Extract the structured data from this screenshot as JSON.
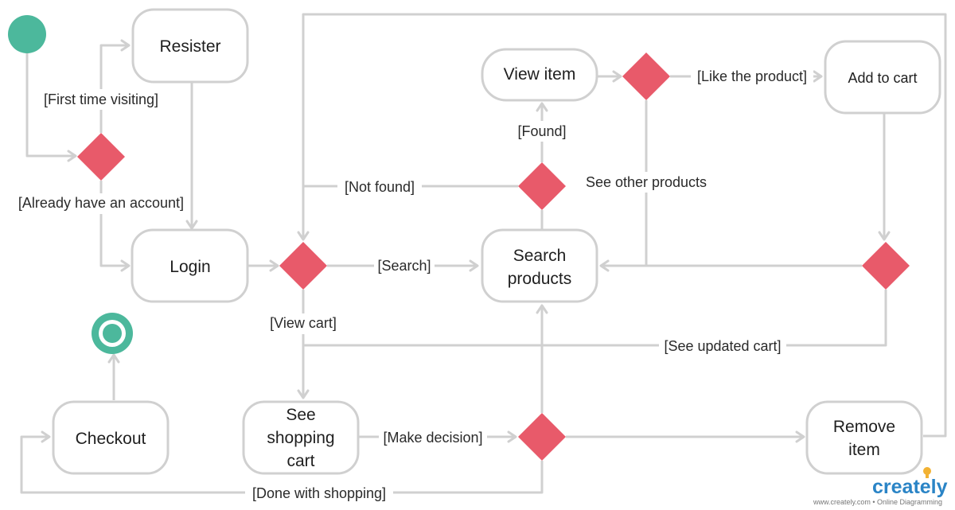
{
  "colors": {
    "decision": "#e85a6a",
    "terminal": "#4cb89c",
    "line": "#d0d0d0",
    "brand": "#2a84c6",
    "bulb": "#f2b233"
  },
  "nodes": {
    "resister": "Resister",
    "login": "Login",
    "view_item": "View item",
    "add_to_cart": "Add to cart",
    "search_products": [
      "Search",
      "products"
    ],
    "checkout": "Checkout",
    "see_shopping_cart": [
      "See",
      "shopping",
      "cart"
    ],
    "remove_item": [
      "Remove",
      "item"
    ]
  },
  "edge_labels": {
    "first_time": "[First time visiting]",
    "already_account": "[Already have an account]",
    "search": "[Search]",
    "view_cart": "[View cart]",
    "not_found": "[Not found]",
    "found": "[Found]",
    "like_product": "[Like the product]",
    "see_other": "See other products",
    "see_updated_cart": "[See updated cart]",
    "make_decision": "[Make decision]",
    "done_shopping": "[Done with shopping]"
  },
  "brand": {
    "name": "creately",
    "tagline": "www.creately.com • Online Diagramming"
  }
}
